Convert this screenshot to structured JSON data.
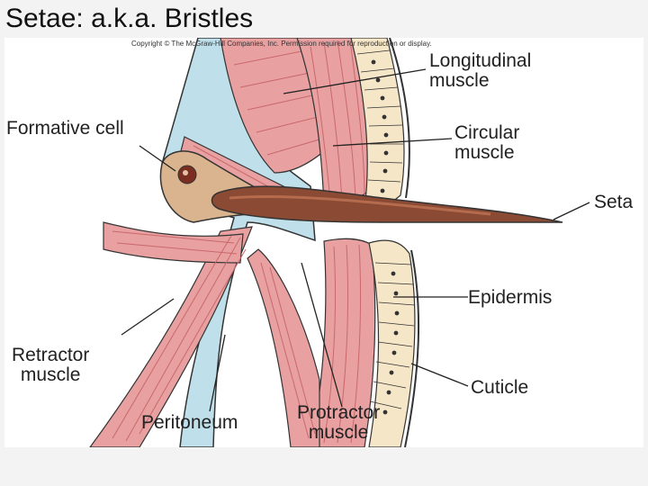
{
  "slide": {
    "title": "Setae: a.k.a. Bristles"
  },
  "figure": {
    "copyright": "Copyright © The McGraw-Hill Companies, Inc. Permission required for reproduction or display.",
    "labels": {
      "longitudinal_line1": "Longitudinal",
      "longitudinal_line2": "muscle",
      "formative": "Formative cell",
      "circular_line1": "Circular",
      "circular_line2": "muscle",
      "seta": "Seta",
      "epidermis": "Epidermis",
      "retractor_line1": "Retractor",
      "retractor_line2": "muscle",
      "cuticle": "Cuticle",
      "peritoneum": "Peritoneum",
      "protractor_line1": "Protractor",
      "protractor_line2": "muscle"
    },
    "colors": {
      "muscle": "#e8a0a0",
      "muscle_dark": "#d47e80",
      "muscle_line": "#c9686c",
      "membrane": "#bfe0ea",
      "seta": "#8a4a33",
      "seta_highlight": "#b56b4e",
      "formative_cell": "#d9b48e",
      "nucleus": "#7a2e22",
      "epidermis": "#f6e6c8",
      "outline": "#333333"
    }
  }
}
